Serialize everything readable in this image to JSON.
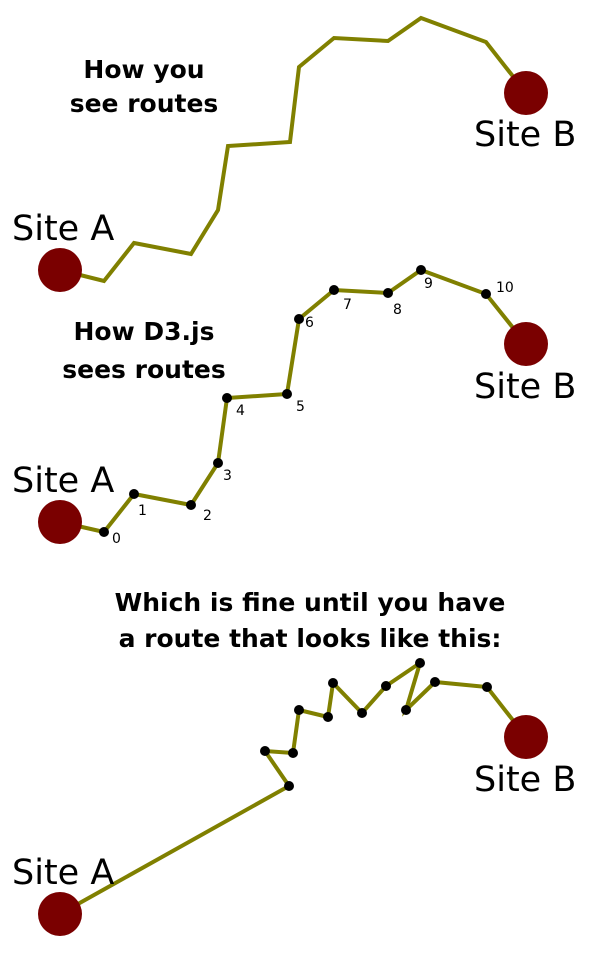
{
  "colors": {
    "route": "#808000",
    "site": "#7a0000",
    "point": "#000000",
    "text": "#000000"
  },
  "panel1": {
    "heading_line1": "How you",
    "heading_line2": "see routes",
    "site_a": "Site A",
    "site_b": "Site B"
  },
  "panel2": {
    "heading_line1": "How D3.js",
    "heading_line2": "sees routes",
    "site_a": "Site A",
    "site_b": "Site B",
    "point_labels": [
      "0",
      "1",
      "2",
      "3",
      "4",
      "5",
      "6",
      "7",
      "8",
      "9",
      "10"
    ]
  },
  "panel3": {
    "heading_line1": "Which is fine until you have",
    "heading_line2": "a route that looks like this:",
    "site_a": "Site A",
    "site_b": "Site B"
  }
}
